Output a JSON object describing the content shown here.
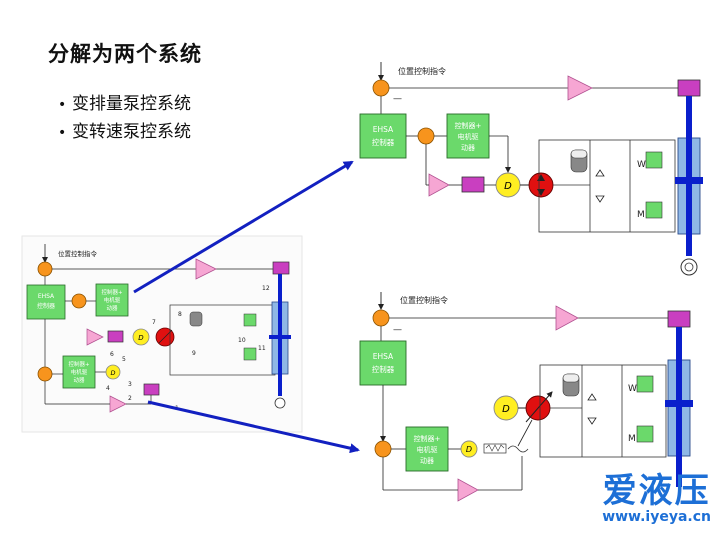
{
  "slide": {
    "title": "分解为两个系统",
    "bullets": [
      "变排量泵控系统",
      "变转速泵控系统"
    ]
  },
  "labels": {
    "position_command": "位置控制指令",
    "ehsa_line1": "EHSA",
    "ehsa_line2": "控制器",
    "driver_line1": "控制器+",
    "driver_line2": "电机驱",
    "driver_line3": "动器",
    "pump_d": "D",
    "minus": "—",
    "motor_w": "W",
    "motor_m": "M"
  },
  "numbers": [
    "1",
    "2",
    "3",
    "4",
    "5",
    "6",
    "7",
    "8",
    "9",
    "10",
    "11",
    "12"
  ],
  "watermark": {
    "logo": "爱液压",
    "url": "www.iyeya.cn"
  },
  "colors": {
    "orange": "#f7941d",
    "green": "#6bd96b",
    "pink": "#f6a6d3",
    "magenta": "#c93fc0",
    "yellow": "#ffee22",
    "red": "#e01010",
    "cylinder": "#8fb8e6",
    "rod": "#0a1fcc",
    "arrow": "#1220c0"
  }
}
